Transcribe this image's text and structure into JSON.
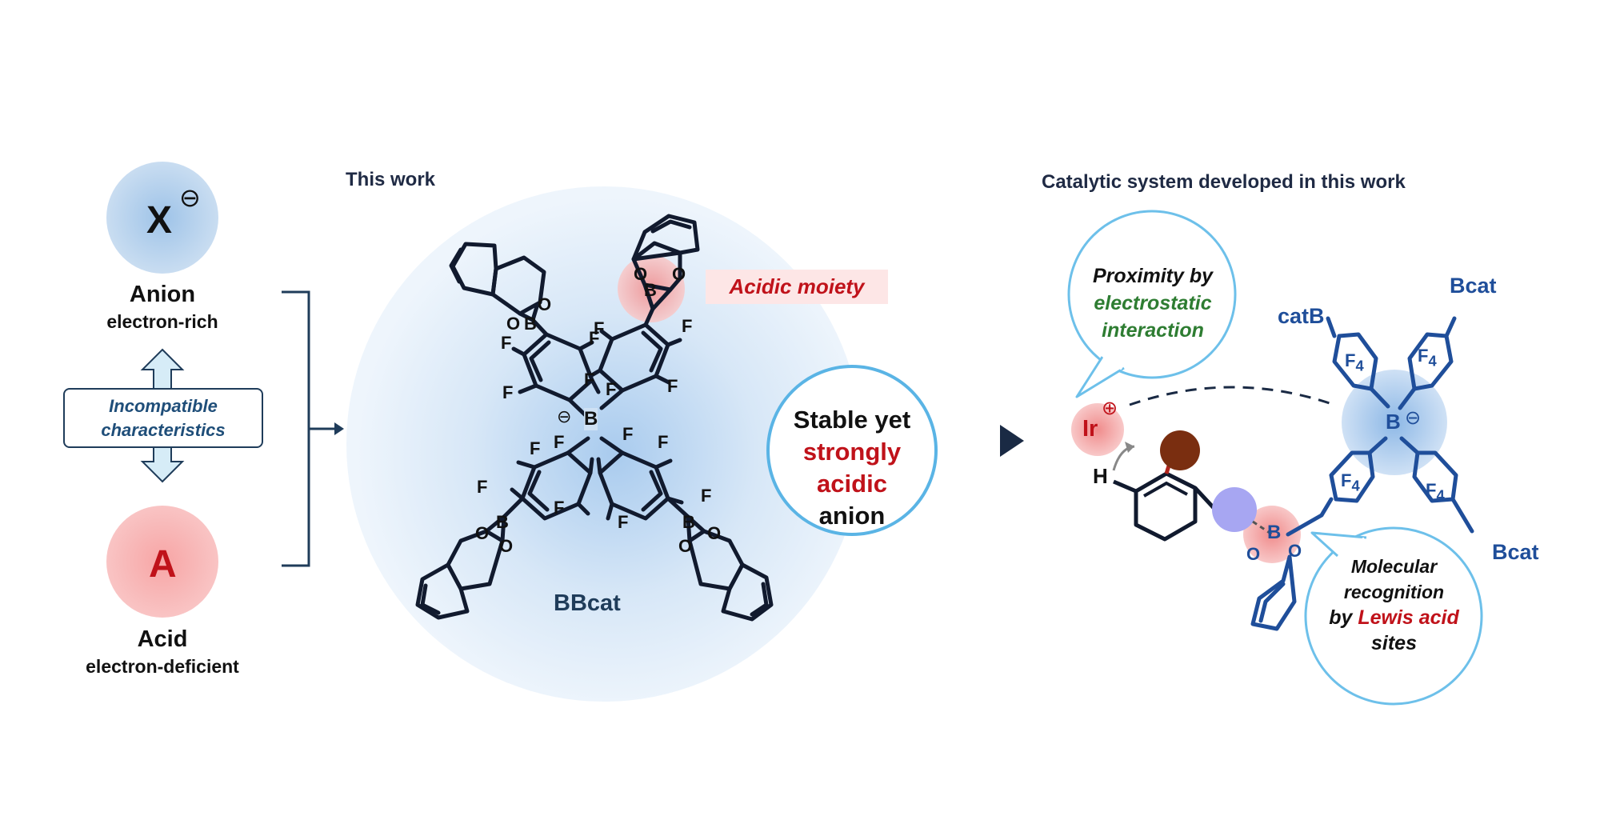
{
  "left_panel": {
    "anion_symbol": "X",
    "anion_charge": "⊖",
    "anion_title": "Anion",
    "anion_subtitle": "electron-rich",
    "incompatible_line1": "Incompatible",
    "incompatible_line2": "characteristics",
    "acid_symbol": "A",
    "acid_title": "Acid",
    "acid_subtitle": "electron-deficient"
  },
  "center_panel": {
    "title": "This work",
    "acidic_moiety": "Acidic moiety",
    "compound_name": "BBcat",
    "callout_line1": "Stable yet",
    "callout_line2": "strongly acidic",
    "callout_line3": "anion",
    "atom_B": "B",
    "atom_O": "O",
    "atom_F": "F",
    "charge": "⊖"
  },
  "right_panel": {
    "title": "Catalytic system developed in this work",
    "proximity_line1": "Proximity by",
    "proximity_line2": "electrostatic",
    "proximity_line3": "interaction",
    "recognition_line1": "Molecular",
    "recognition_line2": "recognition",
    "recognition_line3_prefix": "by ",
    "recognition_line3_highlight": "Lewis acid",
    "recognition_line4": "sites",
    "ir_label": "Ir",
    "ir_charge": "⊕",
    "h_label": "H",
    "catB": "catB",
    "bcat_top": "Bcat",
    "bcat_bottom": "Bcat",
    "f4": "F",
    "f4_sub": "4",
    "b_center": "B",
    "b_charge": "⊖",
    "b_side": "B",
    "o_side": "O"
  },
  "colors": {
    "navy": "#1f3c5a",
    "molecule_blue": "#1f4e9a",
    "accent_red": "#c0121a",
    "accent_green": "#2e7d32",
    "callout_border": "#5ab4e5"
  }
}
